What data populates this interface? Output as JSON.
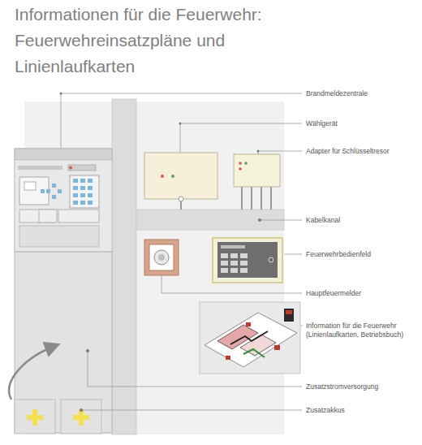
{
  "diagram": {
    "title": "Informationen für die Feuerwehr: Feuerwehreinsatzpläne und Linienlaufkarten",
    "labels": [
      "Brandmeldezentrale",
      "Wählgerät",
      "Adapter für Schlüsseltresor",
      "Kabelkanal",
      "Feuerwehrbedienfeld",
      "Hauptfeuermelder",
      "Information für die Feuerwehr (Linienlaufkarten, Betriebsbuch)",
      "Zusatzstromversorgung",
      "Zusatzakkus"
    ]
  }
}
